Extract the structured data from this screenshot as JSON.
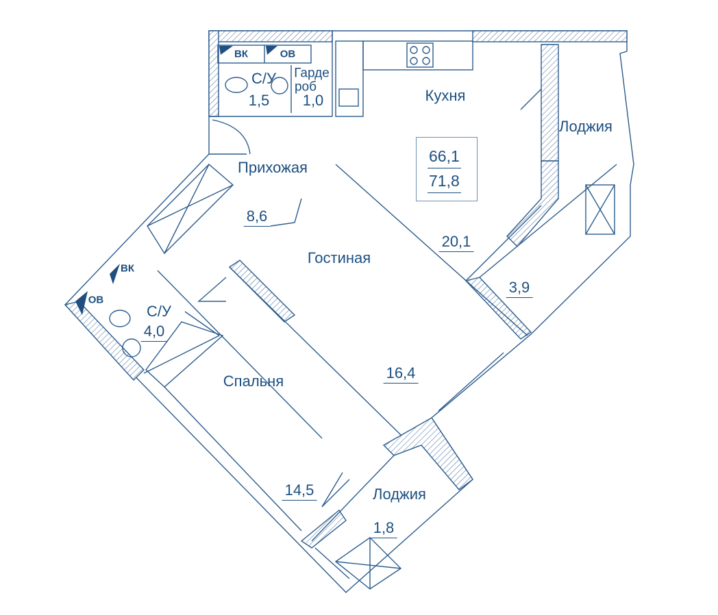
{
  "plan": {
    "total_area": "66,1",
    "total_area_with_loggias": "71,8",
    "rooms": [
      {
        "name": "Кухня",
        "area": "20,1"
      },
      {
        "name": "Лоджия",
        "area": "3,9"
      },
      {
        "name": "Прихожая",
        "area": "8,6"
      },
      {
        "name": "Гостиная",
        "area": "16,4"
      },
      {
        "name": "С/У",
        "area": "4,0"
      },
      {
        "name": "Спальня",
        "area": "14,5"
      },
      {
        "name": "Лоджия",
        "area": "1,8"
      },
      {
        "name": "С/У",
        "area": "1,5"
      },
      {
        "name": "Гардероб",
        "name_line1": "Гарде",
        "name_line2": "роб",
        "area": "1,0"
      }
    ],
    "shafts": {
      "vk": "ВК",
      "ov": "ОВ"
    },
    "colors": {
      "line": "#2b5b8c",
      "text": "#1c4f80",
      "fill": "#1f4e7f"
    }
  }
}
